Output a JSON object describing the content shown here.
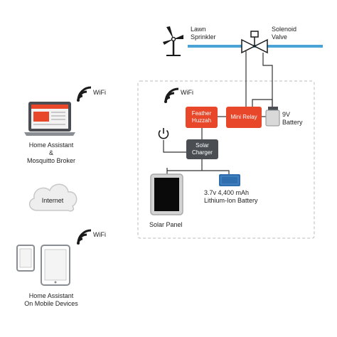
{
  "wifi_label": "WiFi",
  "lawn_sprinkler": [
    "Lawn",
    "Sprinkler"
  ],
  "solenoid_valve": [
    "Solenoid",
    "Valve"
  ],
  "home_assistant_broker": [
    "Home Assistant",
    "&",
    "Mosquitto Broker"
  ],
  "internet": "Internet",
  "home_assistant_mobile": [
    "Home Assistant",
    "On Mobile Devices"
  ],
  "feather_huzzah": [
    "Feather",
    "Huzzah"
  ],
  "mini_relay": "Mini Relay",
  "battery_9v": [
    "9V",
    "Battery"
  ],
  "solar_charger": [
    "Solar",
    "Charger"
  ],
  "lithium_battery": [
    "3.7v 4,400 mAh",
    "Lithium-Ion Battery"
  ],
  "solar_panel": "Solar Panel",
  "colors": {
    "pipe": "#4aa3d6",
    "module_red": "#e8472a",
    "module_dark": "#4a4e52",
    "battery_blue": "#2f6fb0",
    "laptop_screen": "#e8472a"
  }
}
